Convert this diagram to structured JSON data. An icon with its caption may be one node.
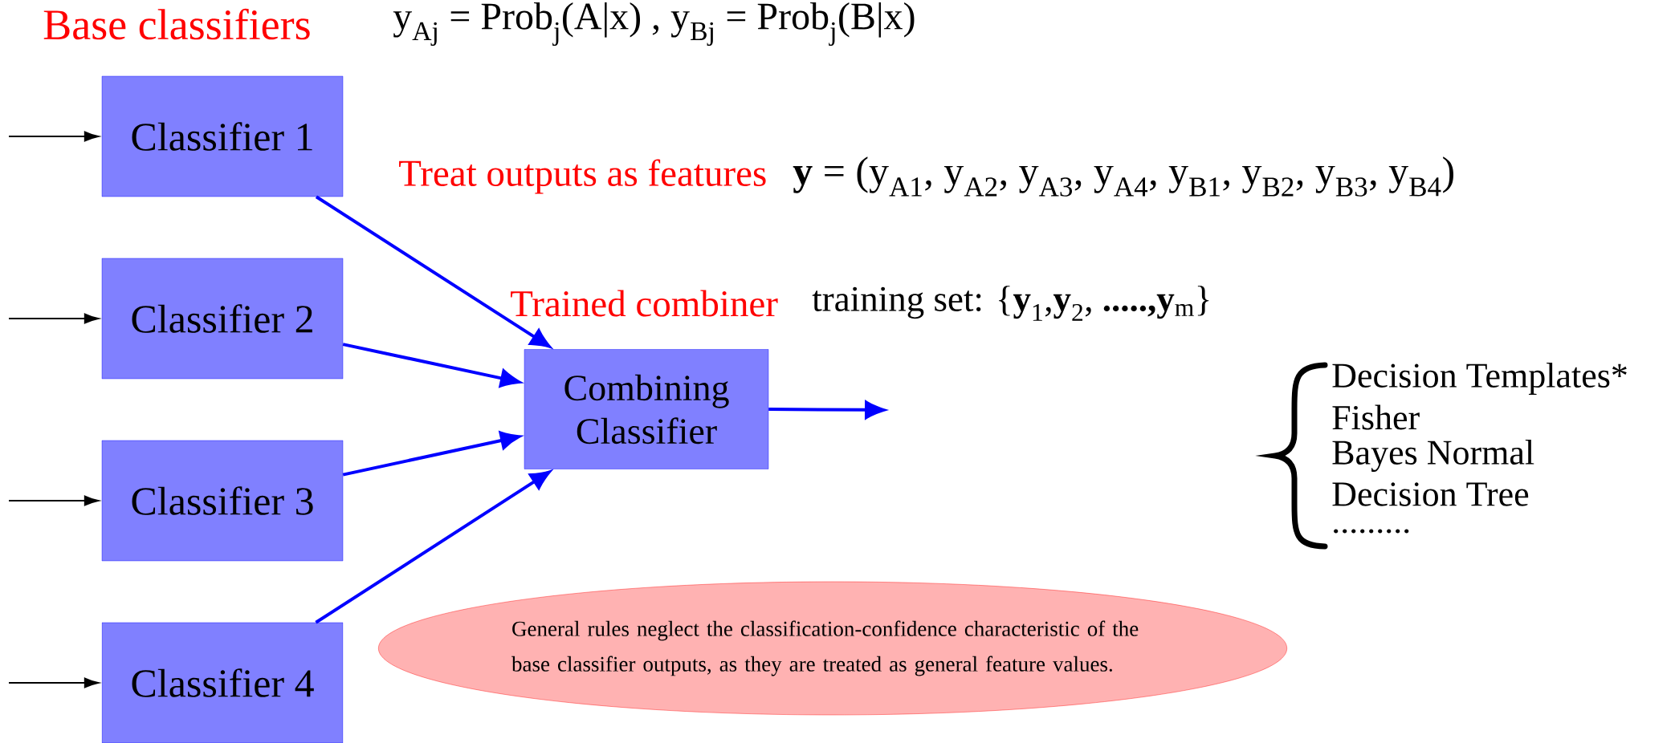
{
  "diagram": {
    "nodes": [
      {
        "text": [
          "Classifier 1"
        ]
      },
      {
        "text": [
          "Classifier 2"
        ]
      },
      {
        "text": [
          "Classifier 3"
        ]
      },
      {
        "text": [
          "Classifier 4"
        ]
      },
      {
        "text": [
          "Combining Classifier"
        ]
      },
      {
        "text": [
          "General rules neglect the classification-confidence characteristic of the base classifier outputs, as they are treated as general feature values."
        ]
      }
    ],
    "edges": [
      {
        "from": null,
        "to": 0,
        "arrow": "to",
        "color": "#000000"
      },
      {
        "from": null,
        "to": 1,
        "arrow": "to",
        "color": "#000000"
      },
      {
        "from": null,
        "to": 2,
        "arrow": "to",
        "color": "#000000"
      },
      {
        "from": null,
        "to": 3,
        "arrow": "to",
        "color": "#000000"
      },
      {
        "from": 0,
        "to": 4,
        "arrow": "to"
      },
      {
        "from": 1,
        "to": 4,
        "arrow": "to"
      },
      {
        "from": 2,
        "to": 4,
        "arrow": "to"
      },
      {
        "from": 3,
        "to": 4,
        "arrow": "to"
      },
      {
        "from": 4,
        "to": null,
        "arrow": "to"
      }
    ],
    "labels": [
      "Base classifiers",
      "y$_{Aj}$ = Prob$_{j}$(A|x) ,  y$_{Bj}$ = Prob$_{j}$(B|x)",
      "Treat outputs as features",
      "**y** = (y$_{A1}$, y$_{A2}$, y$_{A3}$, y$_{A4}$, y$_{B1}$, y$_{B2}$, y$_{B3}$, y$_{B4}$)",
      "Trained combiner",
      "training set: {**y**$_{1}$,**y**$_{2}$, **.....,y**$_{m}$}",
      "Decision Templates*",
      "Fisher",
      "Bayes Normal",
      "Decision Tree",
      "........."
    ]
  }
}
